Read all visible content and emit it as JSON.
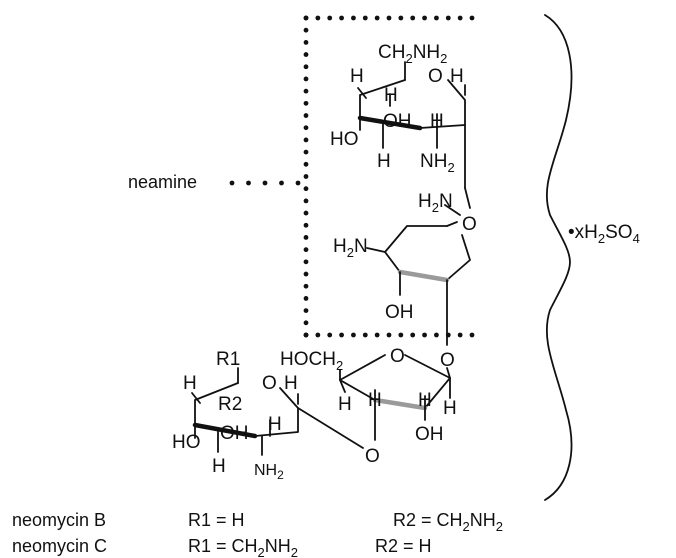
{
  "labels": {
    "neamine": "neamine",
    "salt": "•xH2SO4",
    "ring_a": {
      "ch2nh2": "CH2NH2",
      "h_left": "H",
      "o": "O",
      "h_right": "H",
      "h_inner": "H",
      "oh": "OH",
      "h_mid": "H",
      "ho": "HO",
      "h_bottom": "H",
      "nh2": "NH2"
    },
    "ring_b": {
      "h2n_top": "H2N",
      "o": "O",
      "h2n_left": "H2N",
      "oh": "OH"
    },
    "ribose": {
      "hoch2": "HOCH2",
      "o_ring": "O",
      "o_top": "O",
      "h1": "H",
      "h2": "H",
      "h3": "H",
      "h4": "H",
      "oh": "OH",
      "o_bottom": "O"
    },
    "ring_d": {
      "r1": "R1",
      "h_left": "H",
      "o": "O",
      "h_right": "H",
      "r2": "R2",
      "ho": "HO",
      "oh": "OH",
      "h_mid": "H",
      "h_bottom": "H",
      "nh2": "NH2"
    }
  },
  "legend": [
    {
      "name": "neomycin B",
      "r1": "R1 = H",
      "r2": "R2 = CH2NH2"
    },
    {
      "name": "neomycin C",
      "r1": "R1 = CH2NH2",
      "r2": "R2 = H"
    }
  ]
}
